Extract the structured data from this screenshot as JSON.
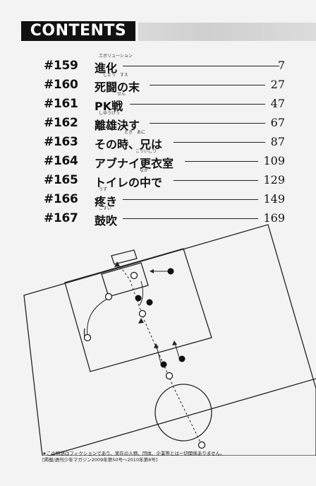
{
  "header": {
    "title": "CONTENTS"
  },
  "toc": [
    {
      "number": "#159",
      "title": "進化",
      "ruby": "エボリューション",
      "page": "7"
    },
    {
      "number": "#160",
      "title": "死闘の末",
      "ruby": "しとう　すえ",
      "page": "27"
    },
    {
      "number": "#161",
      "title": "PK戦",
      "ruby": "せん",
      "page": "47"
    },
    {
      "number": "#162",
      "title": "離雄決す",
      "ruby": "しゆうけっ",
      "page": "67"
    },
    {
      "number": "#163",
      "title": "その時、兄は",
      "ruby": "とき　あに",
      "page": "87"
    },
    {
      "number": "#164",
      "title": "アブナイ更衣室",
      "ruby": "こういしつ",
      "page": "109"
    },
    {
      "number": "#165",
      "title": "トイレの中で",
      "ruby": "なか",
      "page": "129"
    },
    {
      "number": "#166",
      "title": "疼き",
      "ruby": "うず",
      "page": "149"
    },
    {
      "number": "#167",
      "title": "鼓吹",
      "ruby": "こすい",
      "page": "169"
    }
  ],
  "footnote": {
    "line1": "★この物語はフィクションであり、実在の人物、団体、企業等とは一切関係ありません。",
    "line2": "[掲載/週刊少年マガジン2009年第50号〜2010年第8号]"
  }
}
